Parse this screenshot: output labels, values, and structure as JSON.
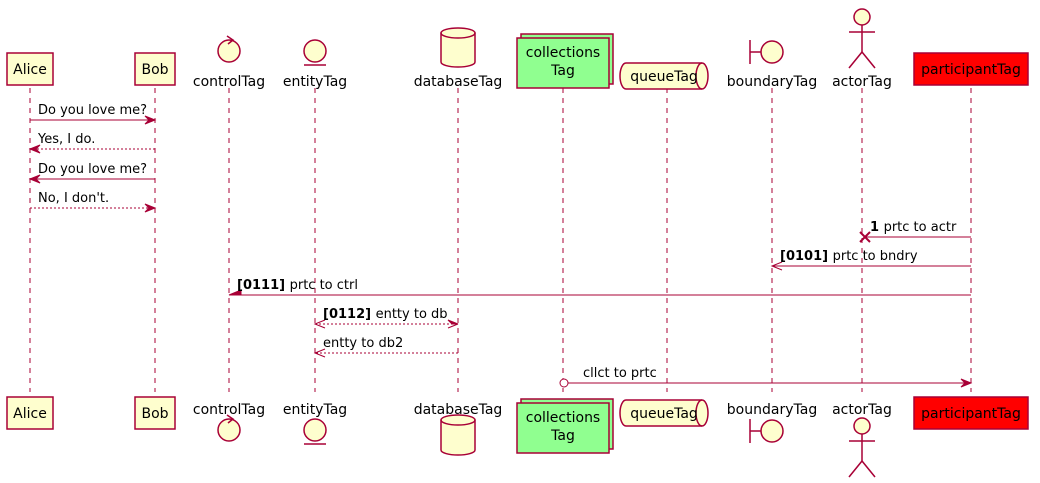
{
  "diagram": {
    "participants": [
      {
        "id": "alice",
        "label": "Alice",
        "kind": "participant"
      },
      {
        "id": "bob",
        "label": "Bob",
        "kind": "participant"
      },
      {
        "id": "controltag",
        "label": "controlTag",
        "kind": "control"
      },
      {
        "id": "entitytag",
        "label": "entityTag",
        "kind": "entity"
      },
      {
        "id": "databasetag",
        "label": "databaseTag",
        "kind": "database"
      },
      {
        "id": "collectionstag",
        "label_lines": [
          "collections",
          "Tag"
        ],
        "kind": "collections"
      },
      {
        "id": "queuetag",
        "label": "queueTag",
        "kind": "queue"
      },
      {
        "id": "boundarytag",
        "label": "boundaryTag",
        "kind": "boundary"
      },
      {
        "id": "actortag",
        "label": "actorTag",
        "kind": "actor"
      },
      {
        "id": "participanttag",
        "label": "participantTag",
        "kind": "participant-red"
      }
    ],
    "messages": [
      {
        "from": "alice",
        "to": "bob",
        "text": "Do you love me?",
        "style": "solid",
        "head_to": "filled"
      },
      {
        "from": "bob",
        "to": "alice",
        "text": "Yes, I do.",
        "style": "dashed",
        "head_to": "filled"
      },
      {
        "from": "bob",
        "to": "alice",
        "text": "Do you love me?",
        "style": "solid",
        "head_to": "filled"
      },
      {
        "from": "alice",
        "to": "bob",
        "text": "No, I don't.",
        "style": "dashed",
        "head_to": "filled"
      },
      {
        "from": "participanttag",
        "to": "actortag",
        "number": "1",
        "text": "prtc to actr",
        "style": "solid",
        "head_to": "cross"
      },
      {
        "from": "participanttag",
        "to": "boundarytag",
        "number": "[0101]",
        "text": "prtc to bndry",
        "style": "solid",
        "head_to": "open"
      },
      {
        "from": "participanttag",
        "to": "controltag",
        "number": "[0111]",
        "text": "prtc to ctrl",
        "style": "solid",
        "head_to": "half"
      },
      {
        "from": "entitytag",
        "to": "databasetag",
        "number": "[0112]",
        "text": "entty to db",
        "style": "dashed",
        "head_to": "filled-top",
        "head_from": "open"
      },
      {
        "from": "databasetag",
        "to": "entitytag",
        "text": "entty to db2",
        "style": "dashed",
        "head_to": "open"
      },
      {
        "from": "collectionstag",
        "to": "participanttag",
        "text": "cllct to prtc",
        "style": "solid",
        "head_to": "filled",
        "head_from": "circle-open"
      }
    ],
    "colors": {
      "line": "#A80036",
      "participant_fill": "#FEFECE",
      "collections_fill": "#90FF90",
      "red_fill": "#FF0000",
      "lifeline": "#A80036",
      "text": "#000000"
    }
  }
}
